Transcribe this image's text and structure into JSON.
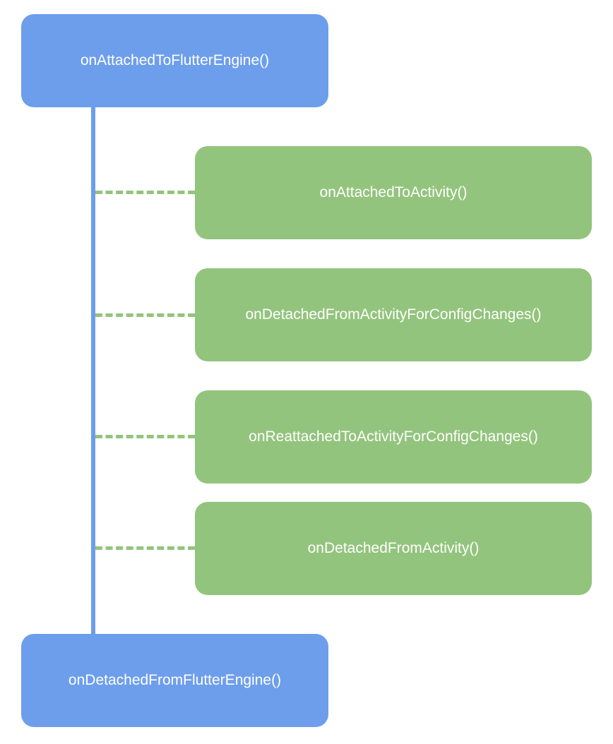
{
  "diagram": {
    "engine_start": {
      "label": "onAttachedToFlutterEngine()"
    },
    "activity_steps": [
      {
        "label": "onAttachedToActivity()"
      },
      {
        "label": "onDetachedFromActivityForConfigChanges()"
      },
      {
        "label": "onReattachedToActivityForConfigChanges()"
      },
      {
        "label": "onDetachedFromActivity()"
      }
    ],
    "engine_end": {
      "label": "onDetachedFromFlutterEngine()"
    },
    "colors": {
      "engine_box": "#6d9eeb",
      "activity_box": "#93c47d",
      "lifeline": "#6d9eeb",
      "connector": "#93c47d",
      "text": "#ffffff",
      "background": "#ffffff"
    }
  }
}
